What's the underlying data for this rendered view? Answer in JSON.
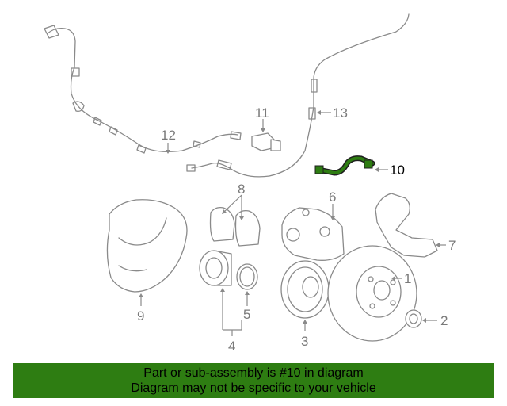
{
  "diagram": {
    "callouts": [
      {
        "id": "1",
        "label": "1"
      },
      {
        "id": "2",
        "label": "2"
      },
      {
        "id": "3",
        "label": "3"
      },
      {
        "id": "4",
        "label": "4"
      },
      {
        "id": "5",
        "label": "5"
      },
      {
        "id": "6",
        "label": "6"
      },
      {
        "id": "7",
        "label": "7"
      },
      {
        "id": "8",
        "label": "8"
      },
      {
        "id": "9",
        "label": "9"
      },
      {
        "id": "10",
        "label": "10"
      },
      {
        "id": "11",
        "label": "11"
      },
      {
        "id": "12",
        "label": "12"
      },
      {
        "id": "13",
        "label": "13"
      }
    ],
    "highlighted_part": "10",
    "highlight_color": "#2e7d12"
  },
  "banner": {
    "line1": "Part or sub-assembly is #10 in diagram",
    "line2": "Diagram may not be specific to your vehicle",
    "background": "#2e7d12"
  }
}
